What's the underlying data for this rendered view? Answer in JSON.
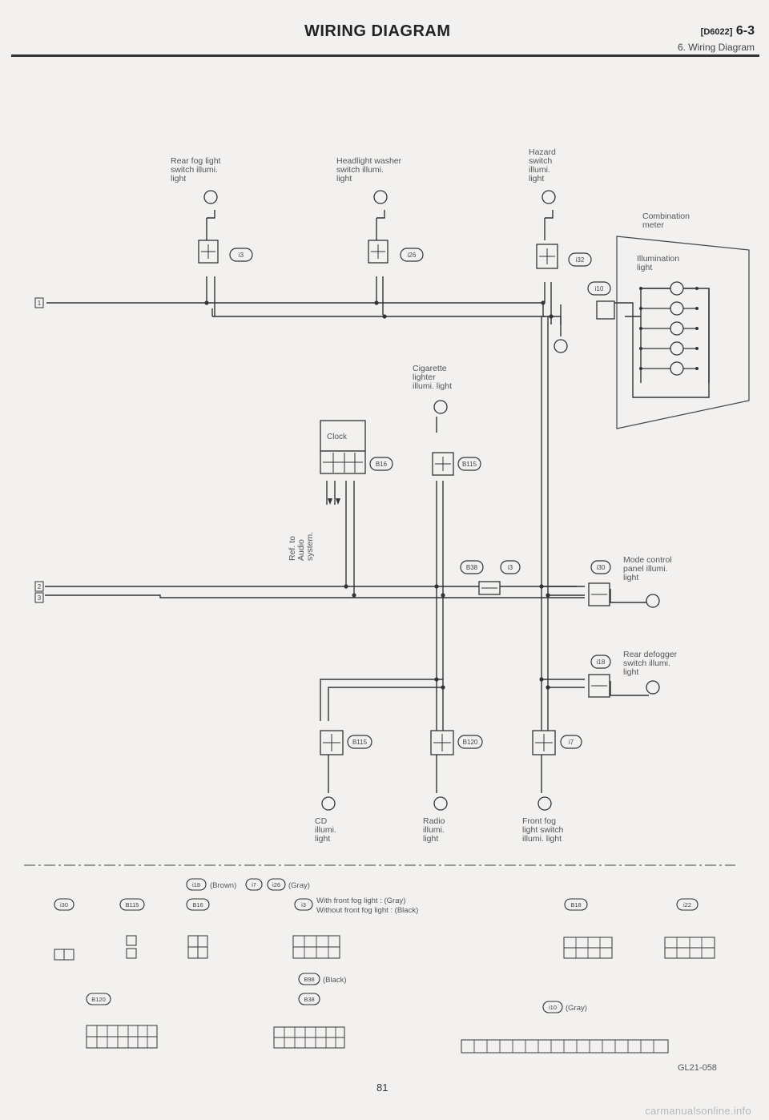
{
  "header": {
    "title": "WIRING DIAGRAM",
    "code_small": "[D6022]",
    "code_big": "6-3",
    "subtitle": "6. Wiring Diagram"
  },
  "labels": {
    "rear_fog": "Rear fog light\nswitch illumi.\nlight",
    "hl_washer": "Headlight washer\nswitch illumi.\nlight",
    "hazard": "Hazard\nswitch\nillumi.\nlight",
    "combo_meter": "Combination\nmeter",
    "illum_light": "Illumination\nlight",
    "cigarette": "Cigarette\nlighter\nillumi. light",
    "clock": "Clock",
    "ref_audio": "Ref. to\nAudio\nsystem.",
    "mode_ctrl": "Mode control\npanel illumi.\nlight",
    "rear_defog": "Rear defogger\nswitch illumi.\nlight",
    "cd": "CD\nillumi.\nlight",
    "radio": "Radio\nillumi.\nlight",
    "front_fog": "Front fog\nlight switch\nillumi. light"
  },
  "connectors": {
    "c1": "i3",
    "c2": "i26",
    "c3": "i32",
    "c4": "i10",
    "c5": "B16",
    "c6": "B115",
    "c7": "B38",
    "c8": "i3",
    "c9": "i30",
    "c10": "i18",
    "c11": "B115",
    "c12": "B120",
    "c13": "i7"
  },
  "legend": {
    "brown": "(Brown)",
    "gray1": "(Gray)",
    "i3_note1": "With front fog light : (Gray)",
    "i3_note2": "Without front fog light : (Black)",
    "black": "(Black)",
    "gray2": "(Gray)",
    "l_i30": "i30",
    "l_b115": "B115",
    "l_b16": "B16",
    "l_i3": "i3",
    "l_b18": "B18",
    "l_i22": "i22",
    "l_b120": "B120",
    "l_b98": "B98",
    "l_b38": "B38",
    "l_i10": "i10",
    "l_i18": "i18",
    "l_i7": "i7",
    "l_i26": "i26"
  },
  "side_nums": {
    "n1": "1",
    "n2": "2",
    "n3": "3"
  },
  "page_number": "81",
  "figure_id": "GL21-058",
  "watermark": "carmanualsonline.info"
}
